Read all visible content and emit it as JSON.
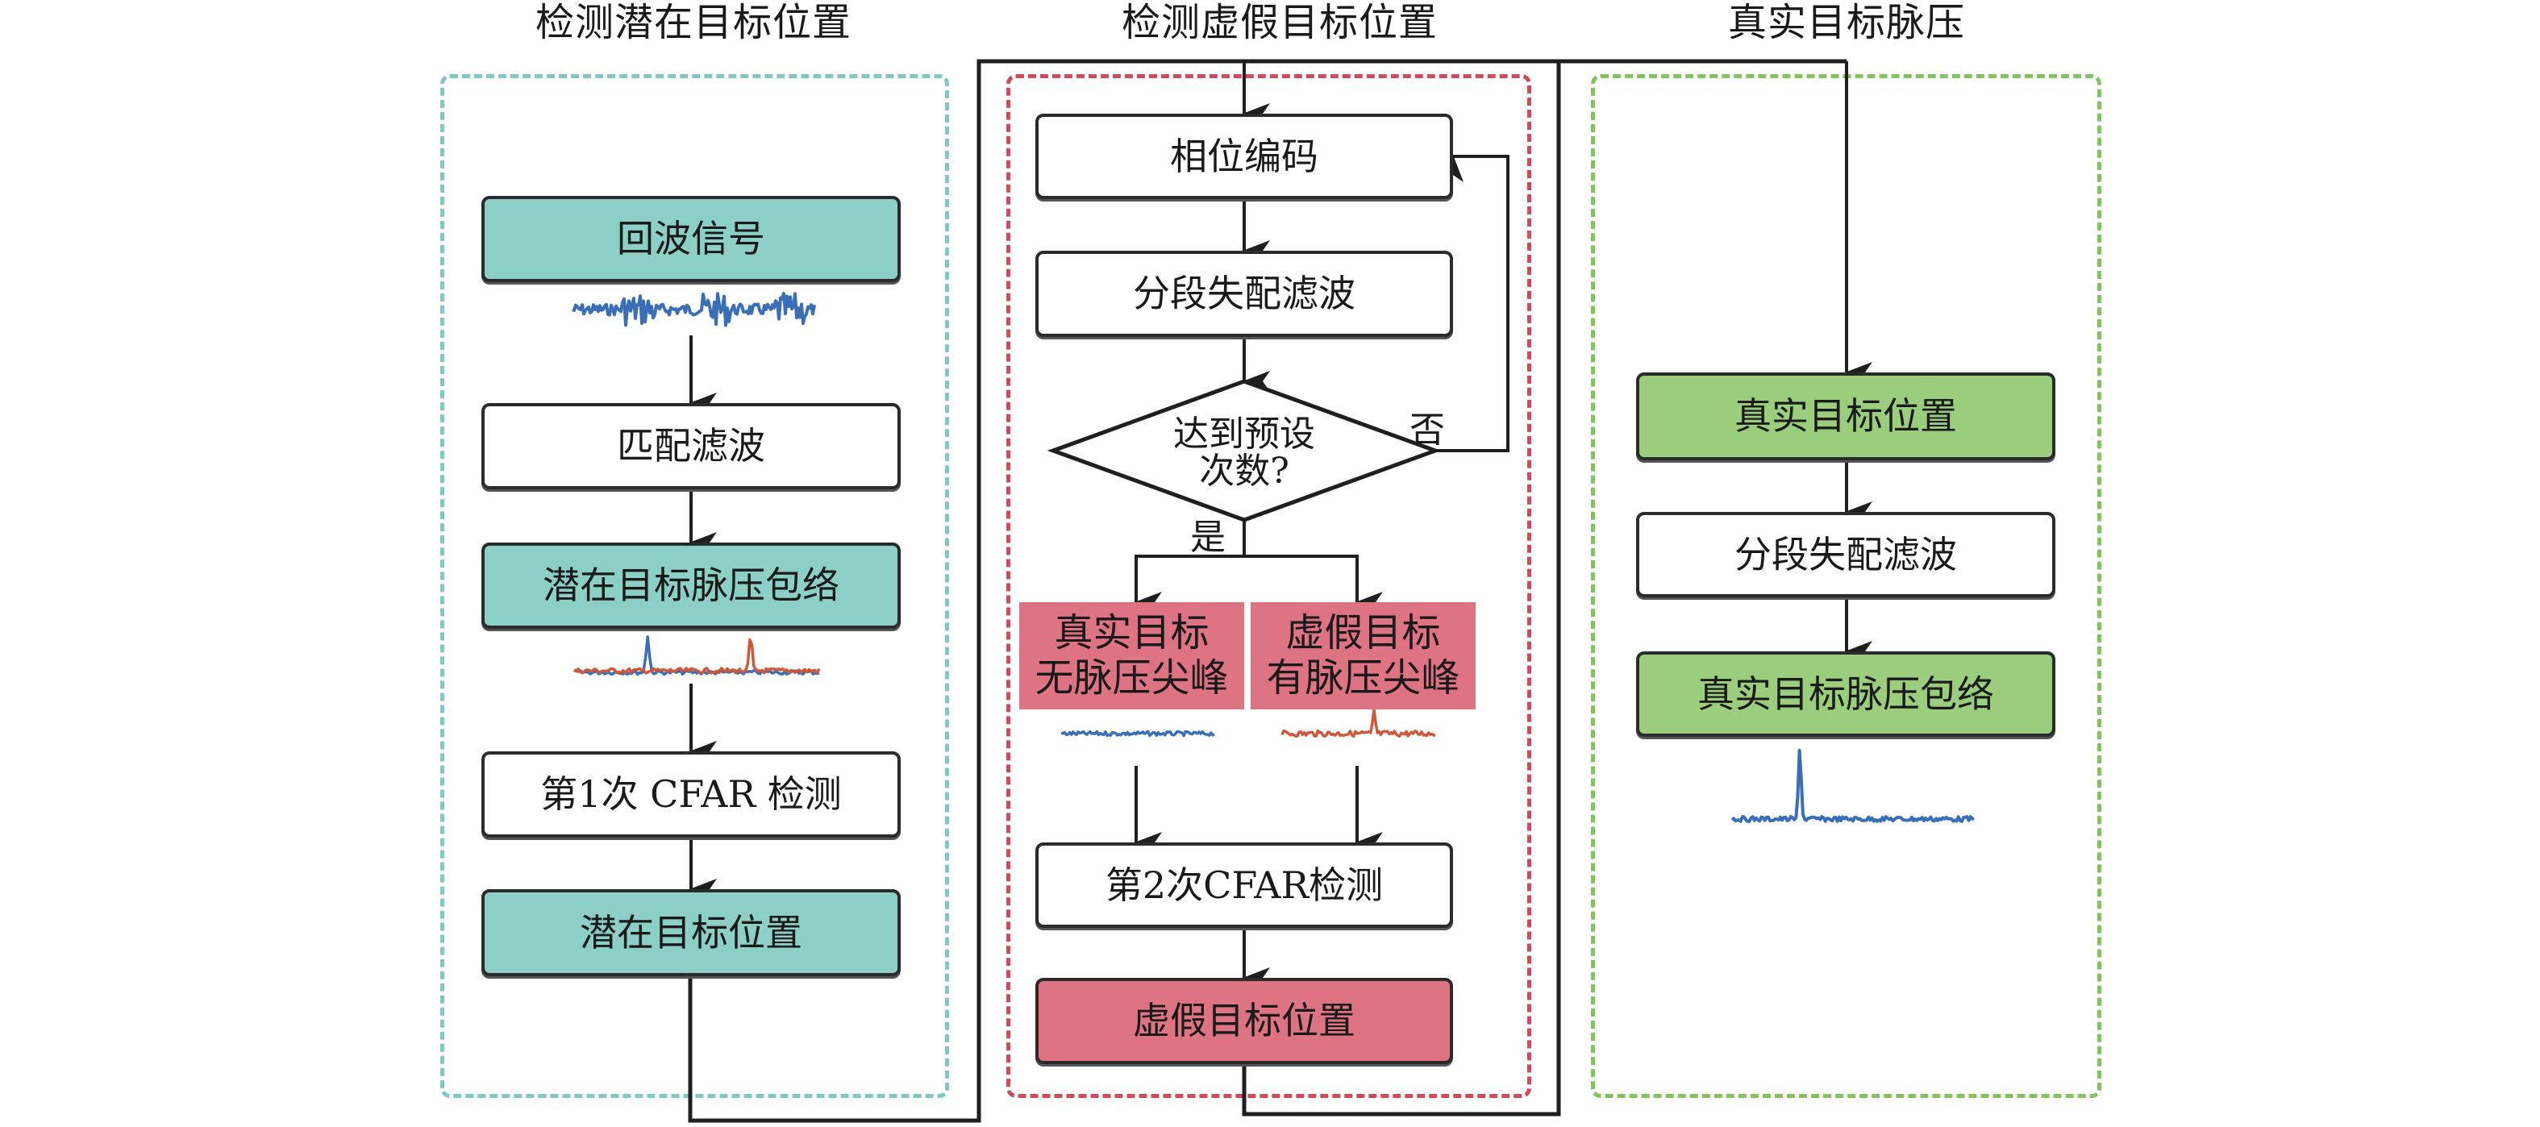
{
  "sections": [
    {
      "id": "potential",
      "title": "检测潜在目标位置",
      "border_color": "#7fc9c0"
    },
    {
      "id": "fake",
      "title": "检测虚假目标位置",
      "border_color": "#d04a5c"
    },
    {
      "id": "real",
      "title": "真实目标脉压",
      "border_color": "#7fc55c"
    }
  ],
  "left": {
    "echo_signal": "回波信号",
    "matched_filter": "匹配滤波",
    "potential_envelope": "潜在目标脉压包络",
    "cfar1": "第1次 CFAR 检测",
    "potential_position": "潜在目标位置"
  },
  "middle": {
    "phase_coding": "相位编码",
    "segment_mismatch_filter": "分段失配滤波",
    "decision": "达到预设次数?",
    "decision_line1": "达到预设",
    "decision_line2": "次数?",
    "no_label": "否",
    "yes_label": "是",
    "real_no_peak_line1": "真实目标",
    "real_no_peak_line2": "无脉压尖峰",
    "fake_has_peak_line1": "虚假目标",
    "fake_has_peak_line2": "有脉压尖峰",
    "cfar2": "第2次CFAR检测",
    "fake_position": "虚假目标位置"
  },
  "right": {
    "real_position": "真实目标位置",
    "segment_mismatch_filter": "分段失配滤波",
    "real_envelope": "真实目标脉压包络"
  },
  "colors": {
    "teal_fill": "#8ccfc6",
    "green_fill": "#9ace7c",
    "red_fill": "#de7383",
    "wave_blue": "#3a6fb8",
    "wave_orange": "#d0583a",
    "line": "#1f1f1f"
  },
  "waveforms": {
    "echo": {
      "type": "noise",
      "color": "blue"
    },
    "potential_envelope": {
      "type": "two-peaks",
      "colors": [
        "blue",
        "orange"
      ]
    },
    "real_no_peak": {
      "type": "flat",
      "color": "blue"
    },
    "fake_has_peak": {
      "type": "single-peak",
      "color": "orange"
    },
    "real_envelope": {
      "type": "single-peak",
      "color": "blue"
    }
  }
}
